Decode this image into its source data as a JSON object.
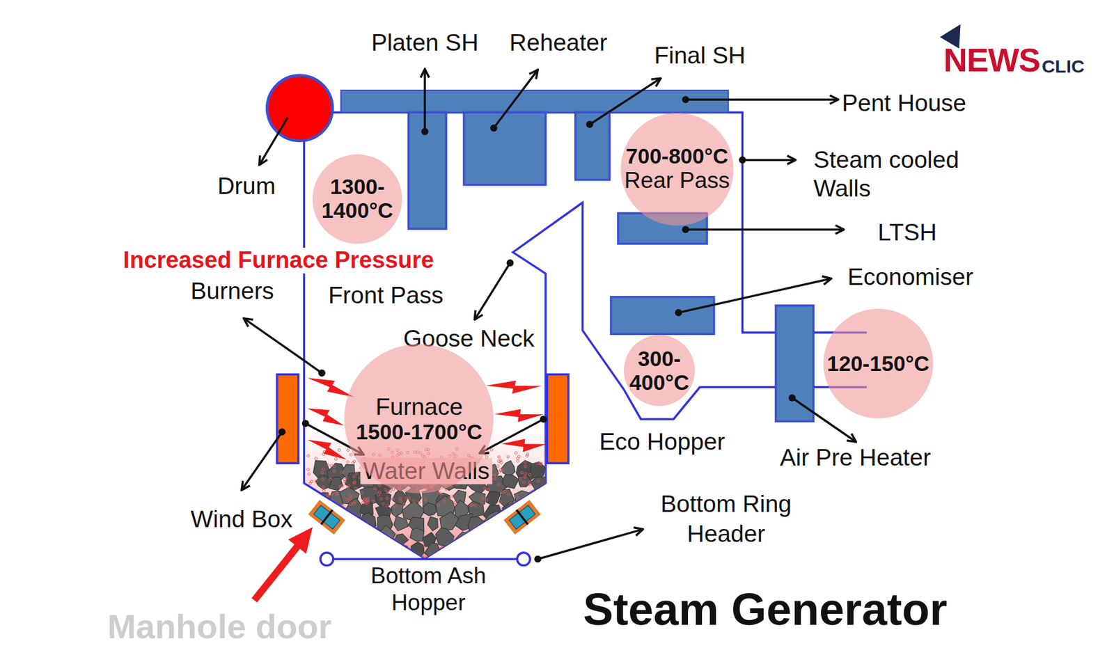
{
  "diagram": {
    "title": "Steam Generator",
    "nodes": [
      {
        "text": [
          "1300- 1400°C"
        ]
      },
      {
        "text": [
          "700-800°C",
          "Rear Pass"
        ]
      },
      {
        "text": [
          "Furnace",
          "1500-1700°C"
        ]
      },
      {
        "text": [
          "300- 400°C"
        ]
      },
      {
        "text": [
          "120-150°C"
        ]
      }
    ],
    "labels": [
      "Platen SH",
      "Reheater",
      "Final SH",
      "NEWS",
      "CLIC",
      "Pent House",
      "Steam cooled Walls",
      "Drum",
      "LTSH",
      "Increased Furnace Pressure",
      "Economiser",
      "Burners",
      "Front Pass",
      "Goose Neck",
      "Water Walls",
      "Eco Hopper",
      "Air Pre Heater",
      "Wind Box",
      "Bottom Ring Header",
      "Bottom Ash Hopper",
      "Manhole door"
    ]
  }
}
